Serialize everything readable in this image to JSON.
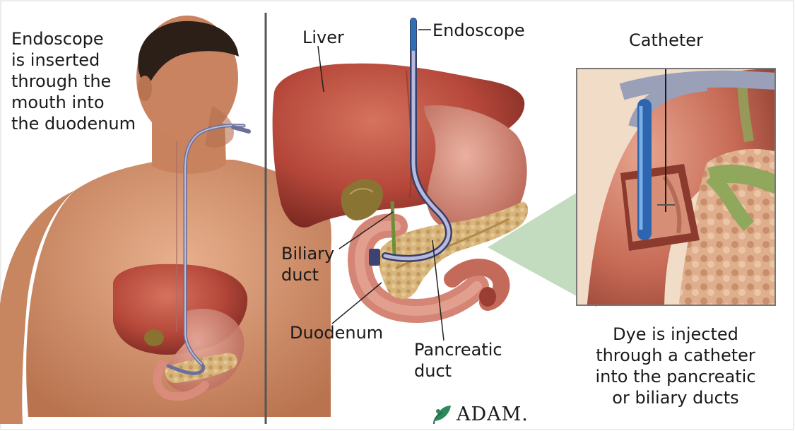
{
  "panels": {
    "left": {
      "caption": "Endoscope\nis inserted\nthrough the\nmouth into\nthe duodenum"
    },
    "middle": {
      "labels": {
        "liver": "Liver",
        "endoscope": "Endoscope",
        "biliary_duct": "Biliary\nduct",
        "duodenum": "Duodenum",
        "pancreatic_duct": "Pancreatic\nduct"
      }
    },
    "right": {
      "labels": {
        "catheter": "Catheter"
      },
      "caption": "Dye is injected\nthrough a catheter\ninto the pancreatic\nor biliary ducts"
    }
  },
  "brand": {
    "name": "ADAM.",
    "icon": "adam-leaf-logo"
  },
  "colors": {
    "skin": "#d99a74",
    "skin_shadow": "#b8704c",
    "liver": "#b5473a",
    "liver_light": "#cf6a55",
    "organ_pink": "#e39d8a",
    "pancreas": "#d8b77a",
    "gallbladder": "#7f6a2a",
    "scope": "#8a8fb8",
    "scope_blue": "#3d79c4",
    "callout_green": "#b9d6b5",
    "divider": "#555555"
  }
}
